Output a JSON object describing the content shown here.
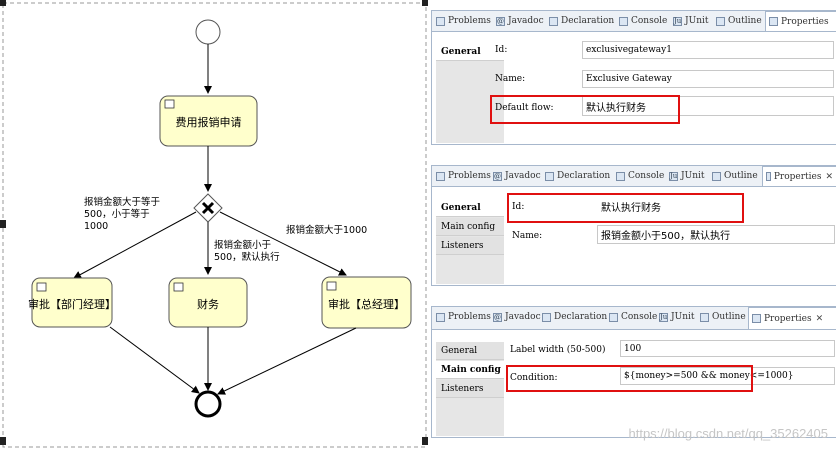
{
  "diagram": {
    "tasks": {
      "apply": "费用报销申请",
      "dept_manager": "审批【部门经理】",
      "finance": "财务",
      "general_manager": "审批【总经理】"
    },
    "edges": {
      "left_line1": "报销金额大于等于",
      "left_line2": "500，小于等于",
      "left_line3": "1000",
      "middle_line1": "报销金额小于",
      "middle_line2": "500，默认执行",
      "right": "报销金额大于1000"
    }
  },
  "panel1": {
    "tabs": [
      "Problems",
      "Javadoc",
      "Declaration",
      "Console",
      "JUnit",
      "Outline",
      "Properties"
    ],
    "nav": [
      "General"
    ],
    "fields": [
      {
        "label": "Id:",
        "value": "exclusivegateway1"
      },
      {
        "label": "Name:",
        "value": "Exclusive Gateway"
      },
      {
        "label": "Default flow:",
        "value": "默认执行财务"
      }
    ]
  },
  "panel2": {
    "tabs": [
      "Problems",
      "Javadoc",
      "Declaration",
      "Console",
      "JUnit",
      "Outline",
      "Properties"
    ],
    "nav": [
      "General",
      "Main config",
      "Listeners"
    ],
    "fields": [
      {
        "label": "Id:",
        "value": "默认执行财务"
      },
      {
        "label": "Name:",
        "value": "报销金额小于500，默认执行"
      }
    ]
  },
  "panel3": {
    "tabs": [
      "Problems",
      "Javadoc",
      "Declaration",
      "Console",
      "JUnit",
      "Outline",
      "Properties"
    ],
    "nav": [
      "General",
      "Main config",
      "Listeners"
    ],
    "fields": [
      {
        "label": "Label width (50-500)",
        "value": "100"
      },
      {
        "label": "Condition:",
        "value": "${money>=500 && money<=1000}"
      }
    ]
  },
  "watermark": "https://blog.csdn.net/qq_35262405"
}
